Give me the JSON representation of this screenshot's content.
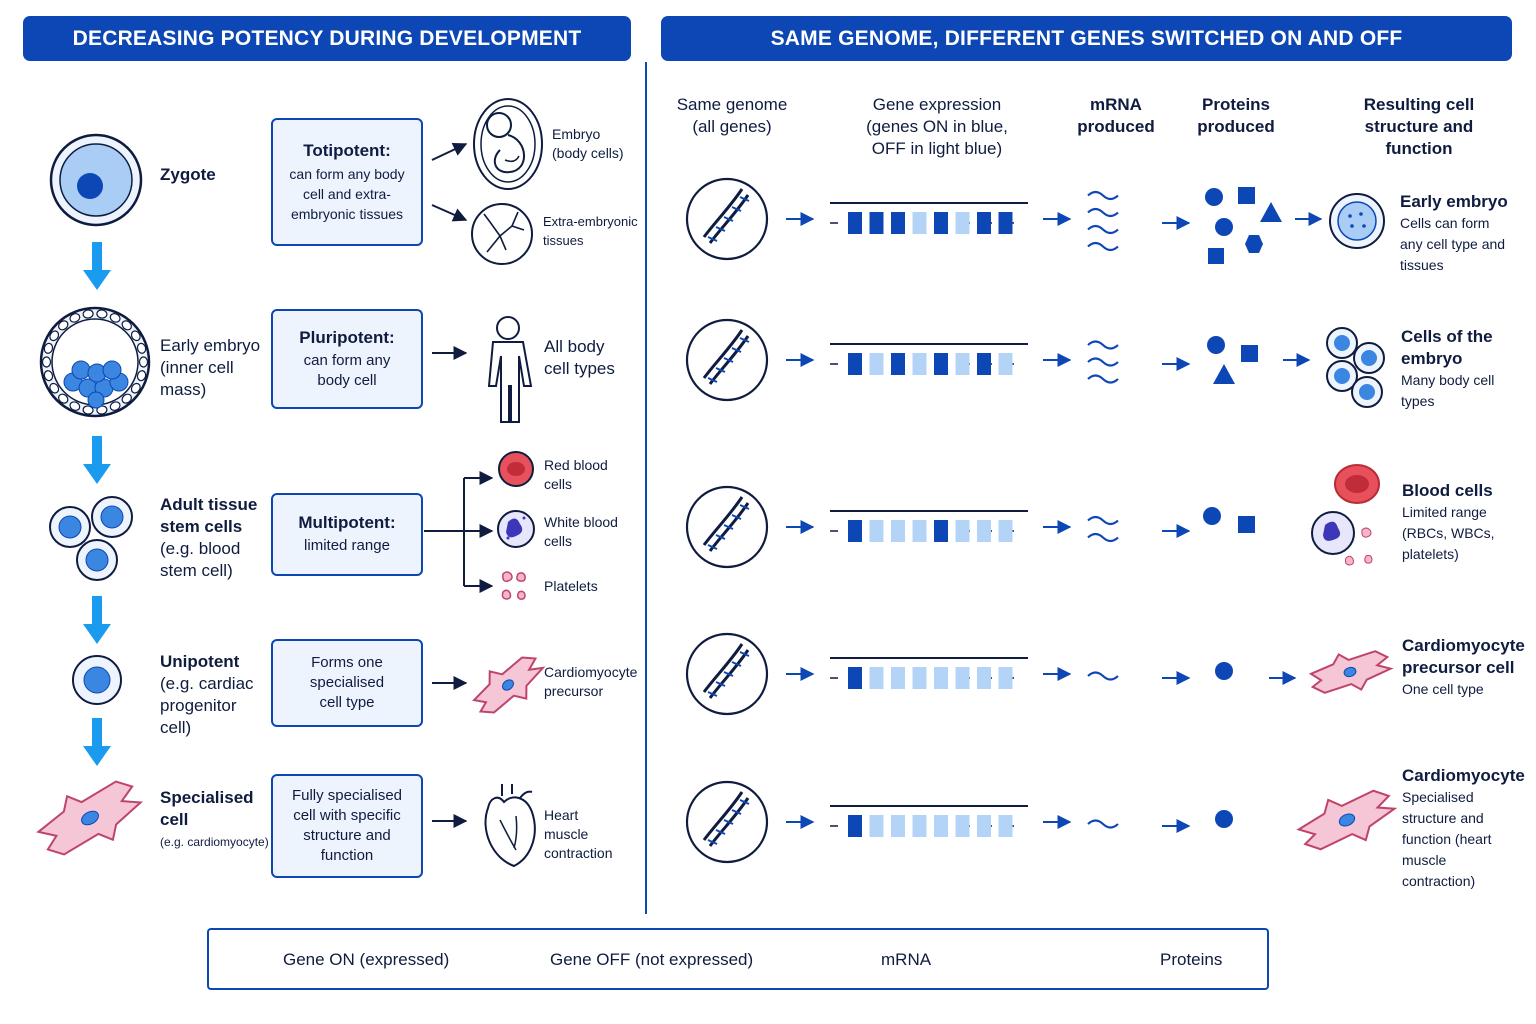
{
  "left_panel": {
    "title": "DECREASING POTENCY DURING DEVELOPMENT",
    "stages": [
      {
        "name": "Zygote",
        "sub": ""
      },
      {
        "name": "Early embryo",
        "sub": "(inner cell mass)"
      },
      {
        "name": "Adult tissue stem cells",
        "sub": "(e.g. blood stem cell)"
      },
      {
        "name": "Unipotent",
        "sub": "(e.g. cardiac progenitor cell)"
      },
      {
        "name": "Specialised cell",
        "sub": "(e.g. cardiomyocyte)"
      }
    ],
    "potency_boxes": [
      {
        "title": "Totipotent:",
        "text": "can form any body cell and extra-embryonic tissues"
      },
      {
        "title": "Pluripotent:",
        "text": "can form any body cell"
      },
      {
        "title": "Multipotent:",
        "text": "limited range"
      },
      {
        "title": "",
        "text": "Forms one specialised cell type"
      },
      {
        "title": "",
        "text": "Fully specialised cell with specific structure and function"
      }
    ],
    "outcomes": {
      "embryo": "Embryo (body cells)",
      "extra_embryonic": "Extra-embryonic tissues",
      "all_body": "All body cell types",
      "red_blood": "Red blood cells",
      "white_blood": "White blood cells",
      "platelets": "Platelets",
      "cardio_precursor": "Cardiomyocyte precursor",
      "heart": "Heart muscle contraction"
    }
  },
  "right_panel": {
    "title": "SAME GENOME, DIFFERENT GENES SWITCHED ON AND OFF",
    "columns": [
      "Same genome (all genes)",
      "Gene expression (genes ON in blue, OFF in light blue)",
      "mRNA produced",
      "Proteins produced",
      "Resulting cell structure and function"
    ],
    "rows": [
      {
        "title": "Early embryo",
        "desc": "Cells can form any cell type and tissues",
        "genes": [
          1,
          1,
          1,
          0,
          1,
          0,
          1,
          1
        ]
      },
      {
        "title": "Cells of the embryo",
        "desc": "Many body cell types",
        "genes": [
          1,
          0,
          1,
          0,
          1,
          0,
          1,
          0
        ]
      },
      {
        "title": "Blood cells",
        "desc": "Limited range (RBCs, WBCs, platelets)",
        "genes": [
          1,
          0,
          0,
          0,
          1,
          0,
          0,
          0
        ]
      },
      {
        "title": "Cardiomyocyte precursor cell",
        "desc": "One cell type",
        "genes": [
          1,
          0,
          0,
          0,
          0,
          0,
          0,
          0
        ]
      },
      {
        "title": "Cardiomyocyte",
        "desc": "Specialised structure and function (heart muscle contraction)",
        "genes": [
          1,
          0,
          0,
          0,
          0,
          0,
          0,
          0
        ]
      }
    ]
  },
  "legend": {
    "gene_on": "Gene ON (expressed)",
    "gene_off": "Gene OFF (not expressed)",
    "mrna": "mRNA",
    "proteins": "Proteins"
  },
  "colors": {
    "primary": "#0d47b5",
    "gene_on": "#0d47b5",
    "gene_off": "#b3d4f7",
    "arrow_down": "#1a9bf0",
    "red_cell": "#e8505b",
    "pink_cell": "#f4c6d6",
    "white_cell": "#5b4fcf"
  }
}
